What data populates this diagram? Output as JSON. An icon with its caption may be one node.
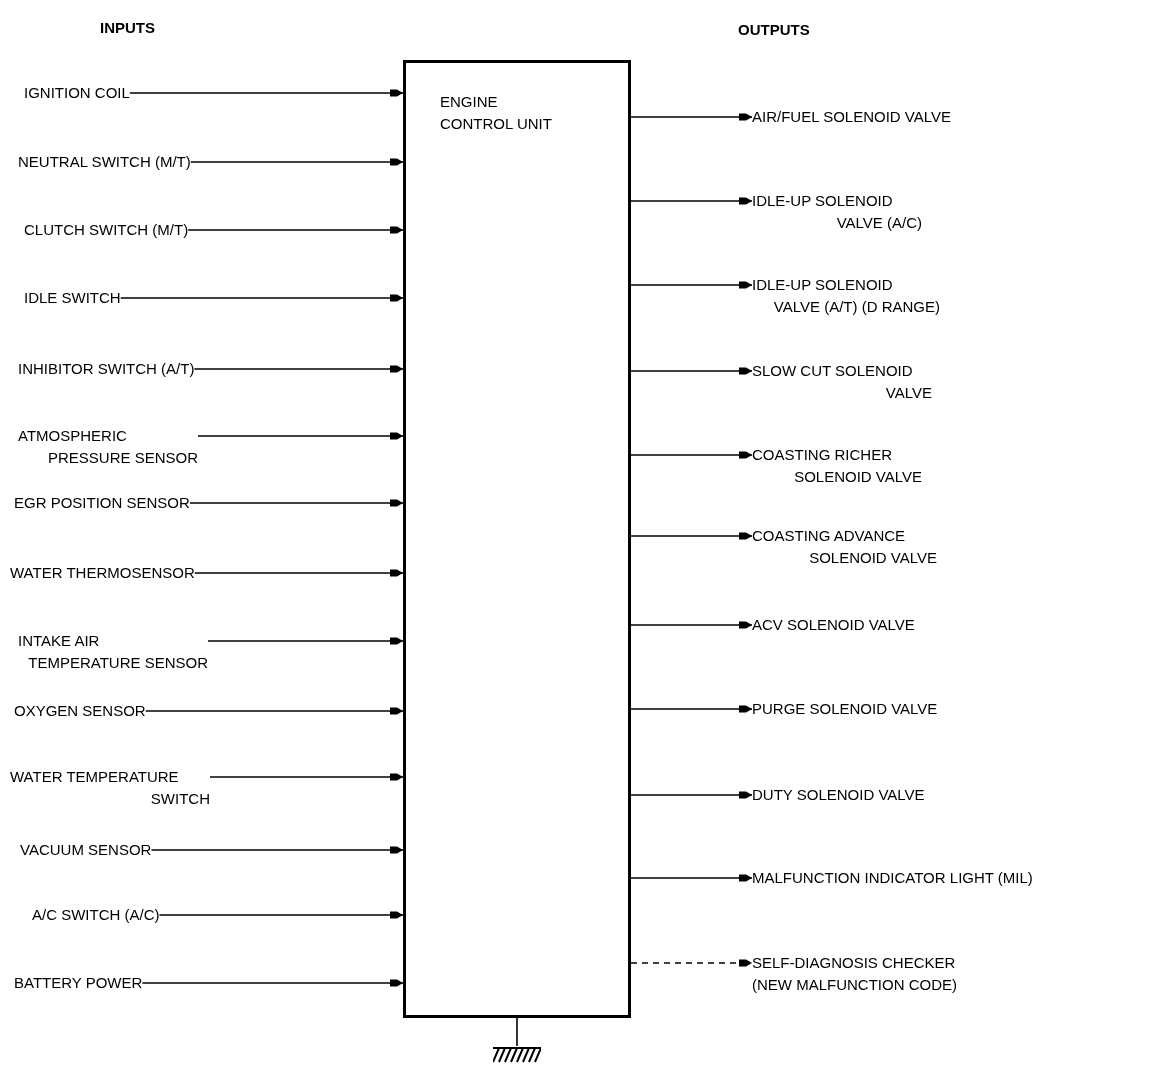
{
  "diagram": {
    "nodes": [
      {
        "text": [
          "ENGINE CONTROL UNIT"
        ]
      },
      {
        "text": [
          "IGNITION COIL"
        ]
      },
      {
        "text": [
          "NEUTRAL SWITCH (M/T)"
        ]
      },
      {
        "text": [
          "CLUTCH SWITCH (M/T)"
        ]
      },
      {
        "text": [
          "IDLE SWITCH"
        ]
      },
      {
        "text": [
          "INHIBITOR SWITCH (A/T)"
        ]
      },
      {
        "text": [
          "ATMOSPHERIC PRESSURE SENSOR"
        ]
      },
      {
        "text": [
          "EGR POSITION SENSOR"
        ]
      },
      {
        "text": [
          "WATER THERMOSENSOR"
        ]
      },
      {
        "text": [
          "INTAKE AIR TEMPERATURE SENSOR"
        ]
      },
      {
        "text": [
          "OXYGEN SENSOR"
        ]
      },
      {
        "text": [
          "WATER TEMPERATURE SWITCH"
        ]
      },
      {
        "text": [
          "VACUUM SENSOR"
        ]
      },
      {
        "text": [
          "A/C SWITCH (A/C)"
        ]
      },
      {
        "text": [
          "BATTERY POWER"
        ]
      },
      {
        "text": [
          "AIR/FUEL SOLENOID VALVE"
        ]
      },
      {
        "text": [
          "IDLE-UP SOLENOID VALVE (A/C)"
        ]
      },
      {
        "text": [
          "IDLE-UP SOLENOID VALVE (A/T) (D RANGE)"
        ]
      },
      {
        "text": [
          "SLOW CUT SOLENOID VALVE"
        ]
      },
      {
        "text": [
          "COASTING RICHER SOLENOID VALVE"
        ]
      },
      {
        "text": [
          "COASTING ADVANCE SOLENOID VALVE"
        ]
      },
      {
        "text": [
          "ACV SOLENOID VALVE"
        ]
      },
      {
        "text": [
          "PURGE SOLENOID VALVE"
        ]
      },
      {
        "text": [
          "DUTY SOLENOID VALVE"
        ]
      },
      {
        "text": [
          "MALFUNCTION INDICATOR LIGHT (MIL)"
        ]
      },
      {
        "text": [
          "SELF-DIAGNOSIS CHECKER (NEW MALFUNCTION CODE)"
        ]
      },
      {
        "text": [],
        "shape": "ground"
      }
    ],
    "edges": [
      {
        "from": 1,
        "to": 0,
        "arrow": "to"
      },
      {
        "from": 2,
        "to": 0,
        "arrow": "to"
      },
      {
        "from": 3,
        "to": 0,
        "arrow": "to"
      },
      {
        "from": 4,
        "to": 0,
        "arrow": "to"
      },
      {
        "from": 5,
        "to": 0,
        "arrow": "to"
      },
      {
        "from": 6,
        "to": 0,
        "arrow": "to"
      },
      {
        "from": 7,
        "to": 0,
        "arrow": "to"
      },
      {
        "from": 8,
        "to": 0,
        "arrow": "to"
      },
      {
        "from": 9,
        "to": 0,
        "arrow": "to"
      },
      {
        "from": 10,
        "to": 0,
        "arrow": "to"
      },
      {
        "from": 11,
        "to": 0,
        "arrow": "to"
      },
      {
        "from": 12,
        "to": 0,
        "arrow": "to"
      },
      {
        "from": 13,
        "to": 0,
        "arrow": "to"
      },
      {
        "from": 14,
        "to": 0,
        "arrow": "to"
      },
      {
        "from": 0,
        "to": 15,
        "arrow": "to"
      },
      {
        "from": 0,
        "to": 16,
        "arrow": "to"
      },
      {
        "from": 0,
        "to": 17,
        "arrow": "to"
      },
      {
        "from": 0,
        "to": 18,
        "arrow": "to"
      },
      {
        "from": 0,
        "to": 19,
        "arrow": "to"
      },
      {
        "from": 0,
        "to": 20,
        "arrow": "to"
      },
      {
        "from": 0,
        "to": 21,
        "arrow": "to"
      },
      {
        "from": 0,
        "to": 22,
        "arrow": "to"
      },
      {
        "from": 0,
        "to": 23,
        "arrow": "to"
      },
      {
        "from": 0,
        "to": 24,
        "arrow": "to"
      },
      {
        "from": 0,
        "to": 25,
        "arrow": "to",
        "style": "dashed"
      },
      {
        "from": 0,
        "to": 26,
        "arrow": "none"
      }
    ],
    "labels": [
      "INPUTS",
      "OUTPUTS"
    ]
  }
}
